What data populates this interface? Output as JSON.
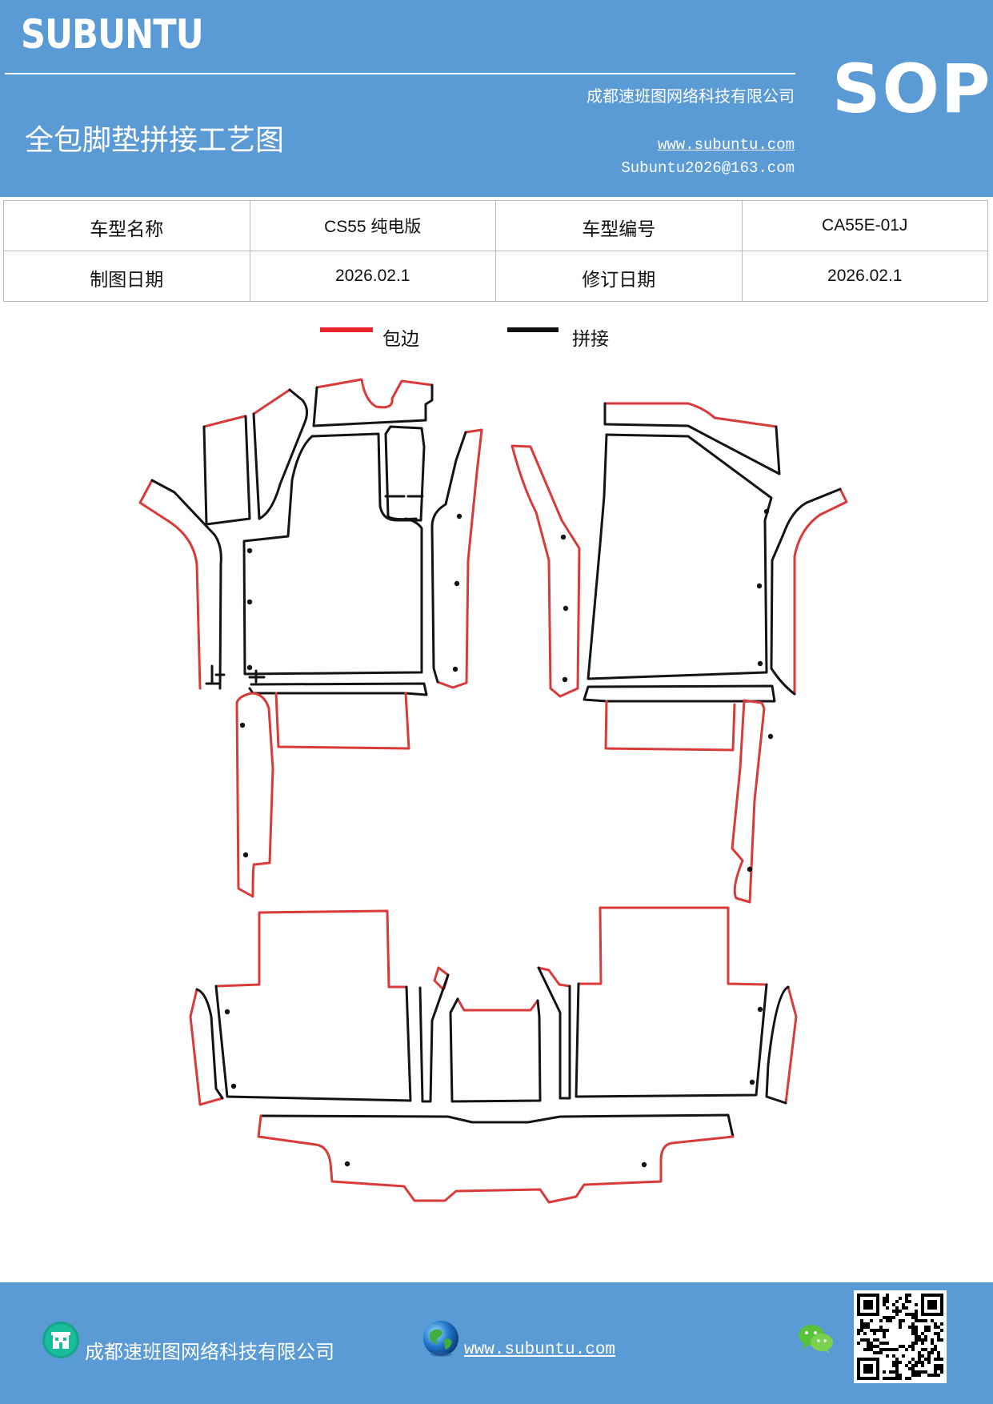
{
  "header": {
    "brand": "SUBUNTU",
    "badge": "SOP",
    "company": "成都速班图网络科技有限公司",
    "title": "全包脚垫拼接工艺图",
    "website": "www.subuntu.com",
    "email": "Subuntu2026@163.com"
  },
  "info_table": {
    "rows": [
      {
        "label1": "车型名称",
        "value1": "CS55 纯电版",
        "label2": "车型编号",
        "value2": "CA55E-01J"
      },
      {
        "label1": "制图日期",
        "value1": "2026.02.1",
        "label2": "修订日期",
        "value2": "2026.02.1"
      }
    ]
  },
  "legend": {
    "items": [
      {
        "label": "包边",
        "color": "#e8262b"
      },
      {
        "label": "拼接",
        "color": "#111111"
      }
    ]
  },
  "drawing": {
    "edge_color": "#d93a3a",
    "seam_color": "#141414"
  },
  "footer": {
    "company": "成都速班图网络科技有限公司",
    "website": "www.subuntu.com",
    "brand_color": "#5b9bd5"
  }
}
